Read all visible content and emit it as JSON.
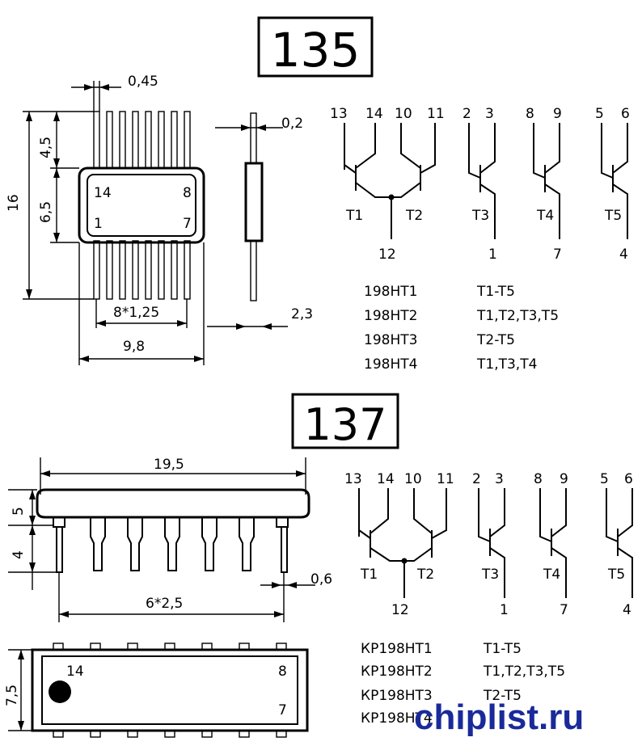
{
  "package_135": {
    "label": "135",
    "dims": {
      "lead_width": "0,45",
      "lead_thickness": "0,2",
      "top_lead": "4,5",
      "body": "6,5",
      "total": "16",
      "pitch": "8*1,25",
      "width": "9,8",
      "side": "2,3"
    },
    "body_pins": {
      "tl": "14",
      "tr": "8",
      "bl": "1",
      "br": "7"
    },
    "schematic": {
      "top_pins": [
        "13",
        "14",
        "10",
        "11",
        "2",
        "3",
        "8",
        "9",
        "5",
        "6"
      ],
      "transistors": [
        "T1",
        "T2",
        "T3",
        "T4",
        "T5"
      ],
      "bottom_pins": [
        "12",
        "1",
        "7",
        "4"
      ]
    },
    "variants": [
      {
        "name": "198НТ1",
        "set": "T1-T5"
      },
      {
        "name": "198НТ2",
        "set": "T1,T2,T3,T5"
      },
      {
        "name": "198НТ3",
        "set": "T2-T5"
      },
      {
        "name": "198НТ4",
        "set": "T1,T3,T4"
      }
    ]
  },
  "package_137": {
    "label": "137",
    "dims": {
      "length": "19,5",
      "height_body": "5",
      "lead_length": "4",
      "pitch": "6*2,5",
      "lead_width": "0,6",
      "width": "7,5"
    },
    "body_pins": {
      "tl": "14",
      "tr": "8",
      "br": "7"
    },
    "schematic": {
      "top_pins": [
        "13",
        "14",
        "10",
        "11",
        "2",
        "3",
        "8",
        "9",
        "5",
        "6"
      ],
      "transistors": [
        "T1",
        "T2",
        "T3",
        "T4",
        "T5"
      ],
      "bottom_pins": [
        "12",
        "1",
        "7",
        "4"
      ]
    },
    "variants": [
      {
        "name": "КР198НТ1",
        "set": "T1-T5"
      },
      {
        "name": "КР198НТ2",
        "set": "T1,T2,T3,T5"
      },
      {
        "name": "КР198НТ3",
        "set": "T2-T5"
      },
      {
        "name": "КР198НТ4",
        "set": ""
      }
    ]
  },
  "watermark": "chiplist.ru"
}
